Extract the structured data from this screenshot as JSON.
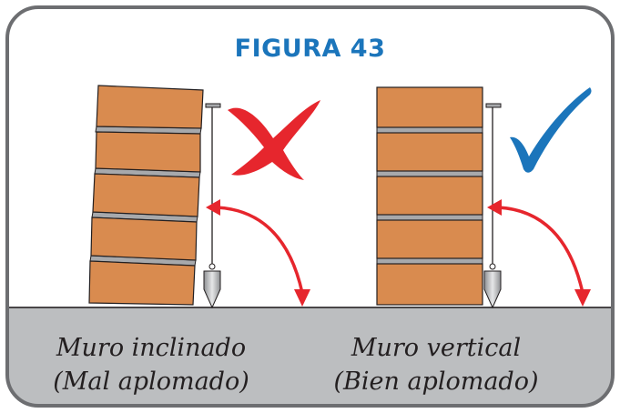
{
  "figure": {
    "title": "FIGURA 43",
    "left_caption": {
      "line1": "Muro inclinado",
      "line2": "(Mal aplomado)"
    },
    "right_caption": {
      "line1": "Muro vertical",
      "line2": "(Bien aplomado)"
    }
  },
  "colors": {
    "frame_stroke": "#6d6e71",
    "title": "#1b75bb",
    "brick_fill": "#d98b4f",
    "brick_stroke": "#231f20",
    "mortar": "#a7a9ac",
    "ground": "#bcbec0",
    "arrow": "#e6262d",
    "cross": "#e6262d",
    "check": "#1b75bb",
    "plumb": "#a7a9ac"
  },
  "icons": {
    "left_mark": "cross-icon",
    "right_mark": "check-icon",
    "tool": "plumb-bob-icon"
  }
}
